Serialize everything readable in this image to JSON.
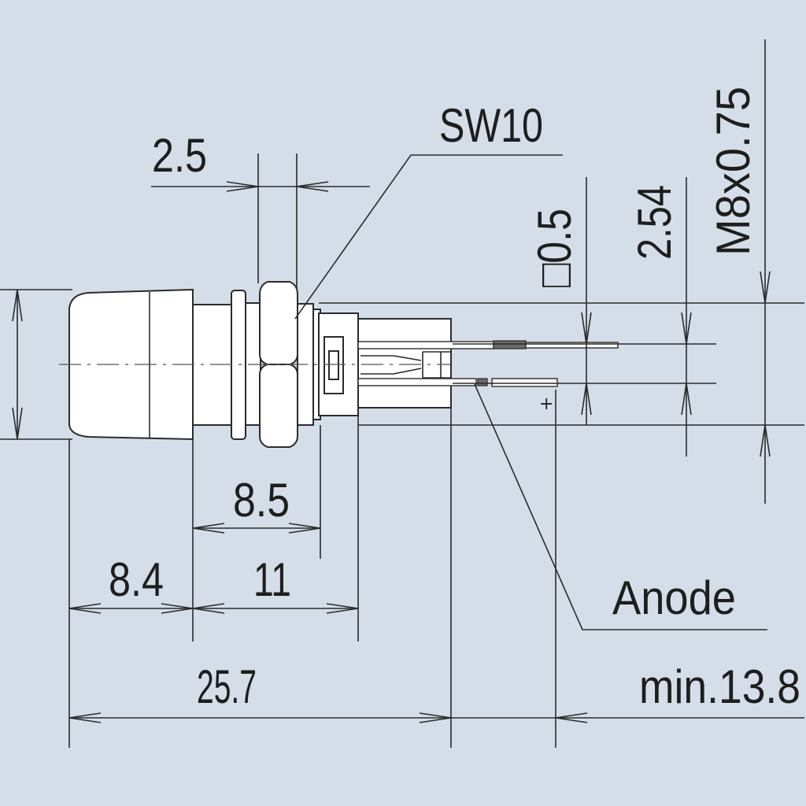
{
  "dimensions": {
    "nut_thickness": "2.5",
    "wrench_size": "SW10",
    "pin_section": "□0.5",
    "pin_pitch": "2.54",
    "thread": "M8x0.75",
    "body_length": "8.5",
    "cap_length": "8.4",
    "mount_length": "11",
    "total_length": "25.7",
    "pin_length": "min.13.8"
  },
  "labels": {
    "anode": "Anode",
    "anode_mark": "+"
  },
  "colors": {
    "background": "#d5dde8",
    "line": "#2b2b2b",
    "part_fill": "#ffffff",
    "pin_dark": "#6a6a6a"
  }
}
